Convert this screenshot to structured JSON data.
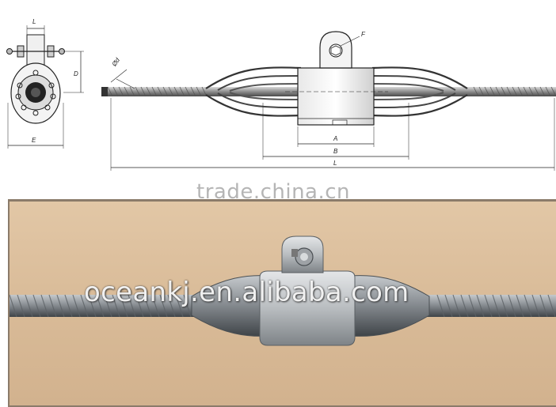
{
  "drawing": {
    "labels": {
      "L_small": "L",
      "D": "D",
      "E": "E",
      "d": "Ød",
      "F": "F",
      "A": "A",
      "B": "B",
      "L": "L"
    }
  },
  "watermarks": {
    "top": "trade.china.cn",
    "photo": "oceankj.en.alibaba.com"
  },
  "colors": {
    "background": "#ffffff",
    "photo_background": "#d9bb98",
    "line": "#222222",
    "cable": "#8a8f94"
  }
}
